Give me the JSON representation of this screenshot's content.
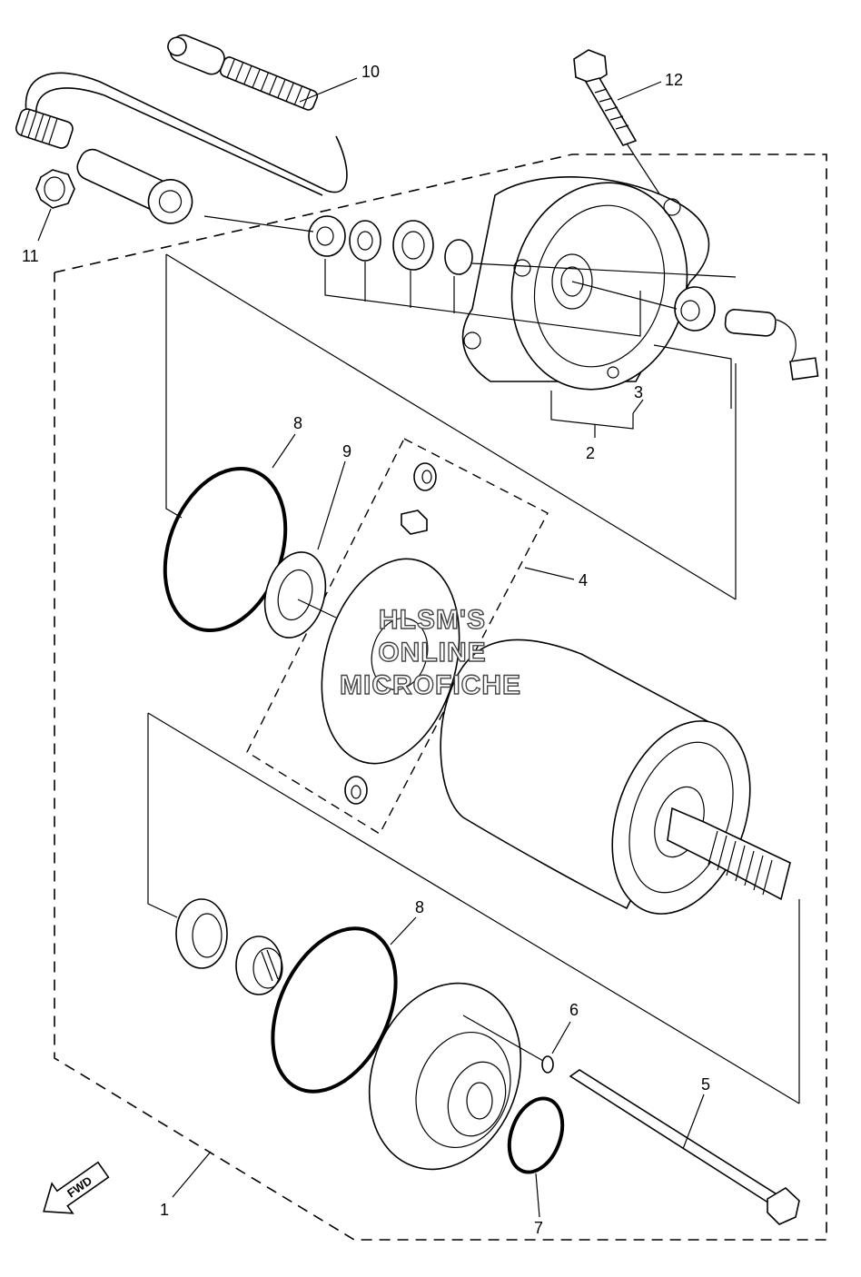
{
  "labels": {
    "p1": "1",
    "p2": "2",
    "p3": "3",
    "p4": "4",
    "p5": "5",
    "p6": "6",
    "p7": "7",
    "p8a": "8",
    "p8b": "8",
    "p9": "9",
    "p10": "10",
    "p11": "11",
    "p12": "12"
  },
  "watermark": {
    "line1": "HLSM'S",
    "line2": "ONLINE",
    "line3": "MICROFICHE"
  },
  "fwd_arrow": {
    "text": "FWD",
    "icon": "fwd-arrow-icon"
  }
}
